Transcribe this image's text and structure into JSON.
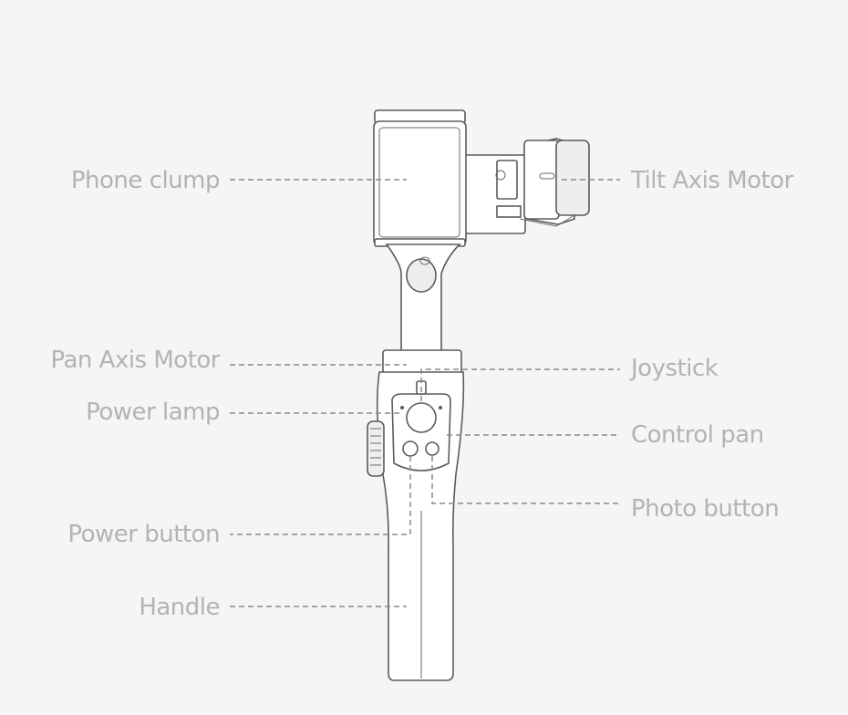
{
  "callouts": {
    "phone_clump": "Phone clump",
    "tilt_axis_motor": "Tilt Axis Motor",
    "pan_axis_motor": "Pan Axis Motor",
    "joystick": "Joystick",
    "power_lamp": "Power lamp",
    "control_pan": "Control pan",
    "photo_button": "Photo button",
    "power_button": "Power button",
    "handle": "Handle"
  },
  "colors": {
    "background": "#f6f5f6",
    "label_text": "#b3b3b3",
    "line_art": "#5b5b5b",
    "leader_line": "#8a8a8a"
  }
}
